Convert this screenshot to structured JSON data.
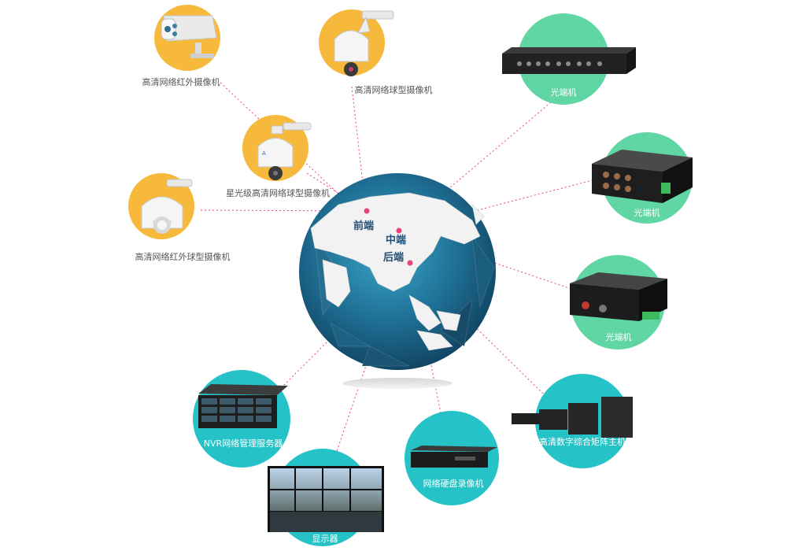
{
  "colors": {
    "yellow": "#f6b93b",
    "green": "#5fd6a4",
    "teal": "#25c3c7",
    "dotted_line": "#e9447c",
    "globe_dark": "#1c5a78",
    "globe_light": "#2d8fb0"
  },
  "globe": {
    "front_label": "前端",
    "mid_label": "中端",
    "back_label": "后端"
  },
  "nodes": {
    "hd_ir_camera": "高清网络红外摄像机",
    "hd_dome_camera": "高清网络球型摄像机",
    "starlight_dome_camera": "星光级高清网络球型摄像机",
    "hd_ir_dome_camera": "高清网络红外球型摄像机",
    "optical_1": "光端机",
    "optical_2": "光端机",
    "optical_3": "光端机",
    "matrix_host": "高清数字综合矩阵主机",
    "nvr_recorder": "网络硬盘录像机",
    "display": "显示器",
    "nvr_server": "NVR网络管理服务器"
  }
}
